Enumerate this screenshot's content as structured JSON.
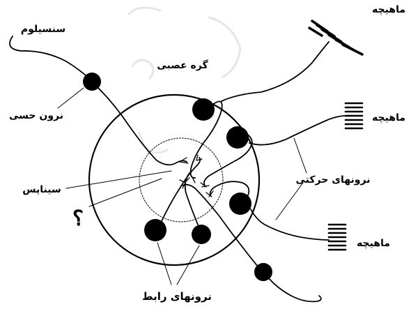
{
  "diagram": {
    "labels": {
      "muscle_top": "ماهیچه",
      "muscle_middle": "ماهیچه",
      "muscle_bottom": "ماهیچه",
      "stimulus": "سنسیلوم",
      "ganglion": "گره عصبی",
      "sensory_neuron": "نرون حسی",
      "synapse": "سیناپس",
      "question_mark": "؟",
      "motor_neurons": "نرونهای حرکتی",
      "interneurons": "نرونهای رابط"
    },
    "watermark_text": "مد",
    "colors": {
      "ink": "#000000",
      "background": "#ffffff",
      "watermark": "#e6e6e6"
    }
  }
}
